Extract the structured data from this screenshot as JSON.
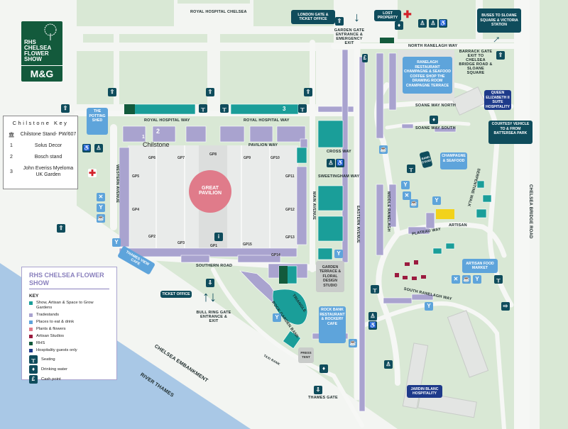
{
  "logo": {
    "lines": [
      "RHS",
      "CHELSEA",
      "FLOWER",
      "SHOW"
    ],
    "sponsor": "M&G"
  },
  "chilstone_key": {
    "title": "Chilstone Key",
    "items": [
      {
        "num": "",
        "label": "Chilstone Stand- PW/607",
        "icon": "pavilion-icon"
      },
      {
        "num": "1",
        "label": "Solus Decor"
      },
      {
        "num": "2",
        "label": "Bosch stand"
      },
      {
        "num": "3",
        "label": "John Everiss Myeloma UK Garden"
      }
    ]
  },
  "legend": {
    "title": "RHS CHELSEA FLOWER SHOW",
    "key_heading": "KEY",
    "items": [
      {
        "label": "Show, Artisan & Space to Grow Gardens",
        "color": "#1a9e99"
      },
      {
        "label": "Tradestands",
        "color": "#a9a3cf"
      },
      {
        "label": "Places to eat & drink",
        "color": "#5ea4db"
      },
      {
        "label": "Plants & flowers",
        "color": "#e07b8a"
      },
      {
        "label": "Artisan Studios",
        "color": "#9b1b3f"
      },
      {
        "label": "RHS",
        "color": "#135a3c"
      },
      {
        "label": "Hospitality guests only",
        "color": "#1e3a8a"
      }
    ],
    "icons": [
      {
        "label": "Seating",
        "icon": "seating-icon"
      },
      {
        "label": "Drinking water",
        "icon": "drinking-water-icon"
      },
      {
        "label": "Cash point",
        "icon": "cash-point-icon"
      }
    ]
  },
  "places": {
    "royal_hospital_chelsea": "ROYAL HOSPITAL CHELSEA",
    "london_gate": "LONDON GATE & TICKET OFFICE",
    "garden_gate": "GARDEN GATE ENTRANCE & EMERGENCY EXIT",
    "lost_property": "LOST PROPERTY",
    "buses": "BUSES TO SLOANE SQUARE & VICTORIA STATION",
    "north_ranelagh_way": "NORTH RANELAGH WAY",
    "barrack_gate": "BARRACK GATE EXIT TO CHELSEA BRIDGE ROAD & SLOANE SQUARE",
    "ranelagh_restaurant": "RANELAGH RESTAURANT CHAMPAGNE & SEAFOOD COFFEE SHOP THE DRAWING ROOM CHAMPAGNE TERRACE",
    "queen_elizabeth": "QUEEN ELIZABETH II SUITE HOSPITALITY",
    "soane_way_north": "SOANE WAY NORTH",
    "soane_way_south": "SOANE WAY SOUTH",
    "courtesy_vehicle": "COURTESY VEHICLE TO & FROM BATTERSEA PARK",
    "potting_shed": "THE POTTING SHED",
    "royal_hospital_way": "ROYAL HOSPITAL WAY",
    "pavilion_way": "PAVILION WAY",
    "chilstone": "Chilstone",
    "cross_way": "CROSS WAY",
    "sweetingham_way": "SWEETINGHAM WAY",
    "main_avenue": "MAIN AVENUE",
    "eastern_avenue": "EASTERN AVENUE",
    "western_avenue": "WESTERN AVENUE",
    "middle_ranelagh": "MIDDLE RANELAGH",
    "serpentine_walk": "SERPENTINE WALK",
    "chelsea_bridge_road": "CHELSEA BRIDGE ROAD",
    "band_stand": "BAND STAND",
    "champagne_seafood": "CHAMPAGNE & SEAFOOD",
    "artisan": "ARTISAN",
    "plateau_way": "PLATEAU WAY",
    "great_pavilion": "GREAT PAVILION",
    "southern_road": "SOUTHERN ROAD",
    "thames_view_cafe": "THAMES VIEW CAFE",
    "ticket_office": "TICKET OFFICE",
    "bull_ring_gate": "BULL RING GATE ENTRANCE & EXIT",
    "garden_terrace": "GARDEN TERRACE & FLORAL DESIGN STUDIO",
    "artisan_food_market": "ARTISAN FOOD MARKET",
    "south_ranelagh_way": "SOUTH RANELAGH WAY",
    "triangle": "TRIANGLE",
    "rock_garden_bank": "ROCK GARDEN BANK",
    "rock_bank_restaurant": "ROCK BANK RESTAURANT & ROCKERY CAFE",
    "press_tent": "PRESS TENT",
    "taxi_rank": "TAXI RANK",
    "thames_gate": "THAMES GATE",
    "chelsea_embankment": "CHELSEA EMBANKMENT",
    "river_thames": "RIVER THAMES",
    "jardin_blanc": "JARDIN BLANC HOSPITALITY"
  },
  "stand_numbers": {
    "one": "1",
    "two": "2",
    "three": "3"
  },
  "gp": [
    "GP1",
    "GP2",
    "GP3",
    "GP4",
    "GP5",
    "GP6",
    "GP7",
    "GP8",
    "GP9",
    "GP10",
    "GP11",
    "GP12",
    "GP13",
    "GP14",
    "GP15"
  ],
  "colors": {
    "teal": "#1a9e99",
    "dark_teal": "#0f4c5c",
    "tradestand": "#a9a3cf",
    "eat": "#5ea4db",
    "pavilion": "#e07b8a",
    "artisan_studio": "#9b1b3f",
    "rhs": "#135a3c",
    "hospitality": "#1e3a8a",
    "river": "#a9c8e6",
    "grass": "#d9e8d5"
  }
}
